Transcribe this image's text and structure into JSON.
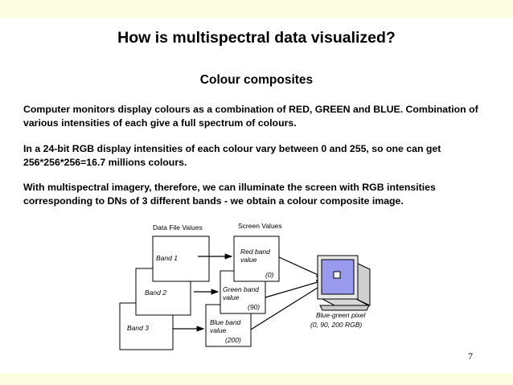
{
  "slide": {
    "title": "How is multispectral data visualized?",
    "subtitle": "Colour composites",
    "paragraph1": "Computer monitors display colours as a combination of RED, GREEN and BLUE. Combination of various intensities of each give a full spectrum of colours.",
    "paragraph2": "In a 24-bit RGB display intensities of each colour vary between 0 and 255, so one can get 256*256*256=16.7 millions colours.",
    "paragraph3": "With multispectral imagery, therefore, we can illuminate the screen with RGB intensities corresponding to DNs of 3 different bands - we obtain a colour composite image.",
    "page_number": "7"
  },
  "diagram": {
    "data_header": "Data File Values",
    "screen_header": "Screen Values",
    "bands": [
      {
        "label": "Band 1",
        "screen_line1": "Red band",
        "screen_line2": "value",
        "screen_value": "(0)"
      },
      {
        "label": "Band 2",
        "screen_line1": "Green band",
        "screen_line2": "value",
        "screen_value": "(90)"
      },
      {
        "label": "Band 3",
        "screen_line1": "Blue band",
        "screen_line2": "value",
        "screen_value": "(200)"
      }
    ],
    "pixel_caption_line1": "Blue-green pixel",
    "pixel_caption_line2": "(0, 90, 200 RGB)",
    "colors": {
      "monitor_screen": "#9999ee",
      "monitor_body": "#e8e8e8",
      "background_band": "#fdfde3"
    }
  }
}
